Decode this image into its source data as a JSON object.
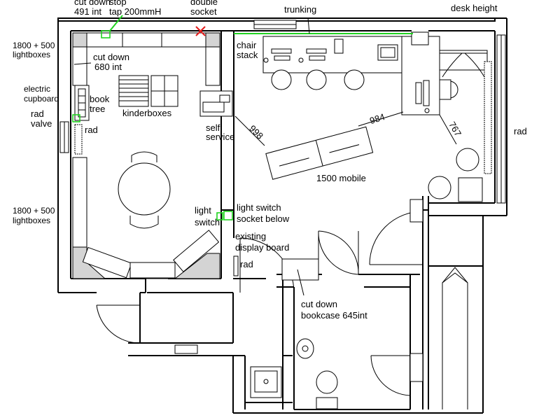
{
  "labels": {
    "cut_down_491": [
      "cut down",
      "491 int"
    ],
    "stop_tap": [
      "stop",
      "tap 200mmH"
    ],
    "double_socket": [
      "double",
      "socket"
    ],
    "trunking": "trunking",
    "desk_height": "desk height",
    "lightboxes_top": [
      "1800 + 500",
      "lightboxes"
    ],
    "cut_down_680": [
      "cut down",
      "680 int"
    ],
    "electric_cupboard": [
      "electric",
      "cupboard"
    ],
    "book_tree": [
      "book",
      "tree"
    ],
    "rad_valve": [
      "rad",
      "valve"
    ],
    "rad": "rad",
    "kinderboxes": "kinderboxes",
    "self_service": [
      "self",
      "service"
    ],
    "chair_stack": [
      "chair",
      "stack"
    ],
    "mobile_1500": "1500 mobile",
    "lightboxes_bottom": [
      "1800 + 500",
      "lightboxes"
    ],
    "light_switch": [
      "light",
      "switch"
    ],
    "light_switch_socket": [
      "light switch",
      "socket below"
    ],
    "existing_display": [
      "existing",
      "display board"
    ],
    "cut_down_bookcase": [
      "cut down",
      "bookcase 645int"
    ]
  },
  "dimensions": {
    "d998": "998",
    "d984": "984",
    "d767": "767"
  },
  "colors": {
    "accent_green": "#21d321",
    "marker_red": "#e41b1b",
    "fill_grey": "#d4d4d4"
  }
}
